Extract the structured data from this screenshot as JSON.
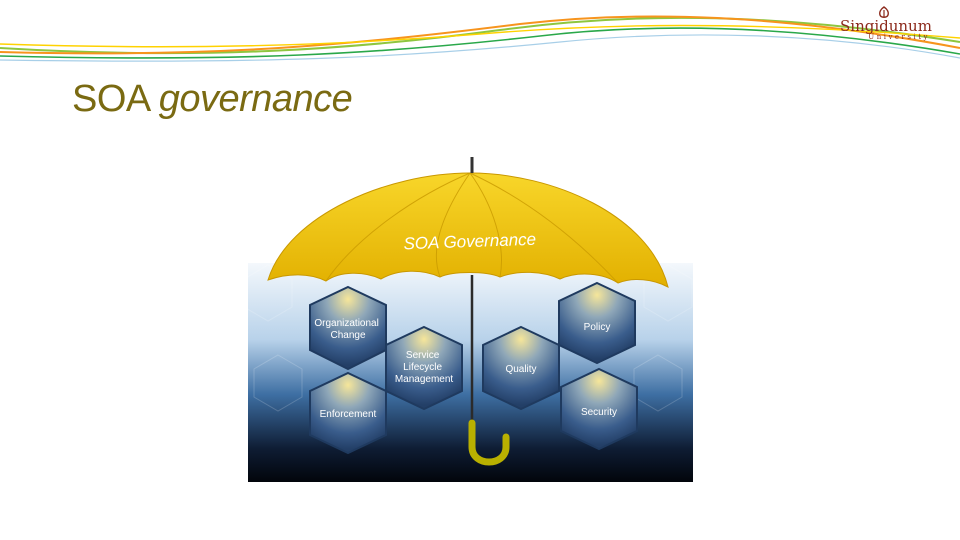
{
  "header": {
    "logo": {
      "name": "Singidunum",
      "subtitle": "University"
    }
  },
  "slide": {
    "title_plain": "SOA",
    "title_italic": "governance"
  },
  "figure": {
    "umbrella_label": "SOA Governance",
    "hexagons": [
      {
        "id": "organizational-change",
        "lines": [
          "Organizational",
          "Change"
        ]
      },
      {
        "id": "enforcement",
        "lines": [
          "Enforcement"
        ]
      },
      {
        "id": "service-lifecycle",
        "lines": [
          "Service",
          "Lifecycle",
          "Management"
        ]
      },
      {
        "id": "quality",
        "lines": [
          "Quality"
        ]
      },
      {
        "id": "policy",
        "lines": [
          "Policy"
        ]
      },
      {
        "id": "security",
        "lines": [
          "Security"
        ]
      }
    ]
  },
  "colors": {
    "title": "#7a6a12",
    "umbrella": "#f2c91a",
    "hexagon": "#3a5d8c",
    "logo": "#8c2a1c"
  }
}
